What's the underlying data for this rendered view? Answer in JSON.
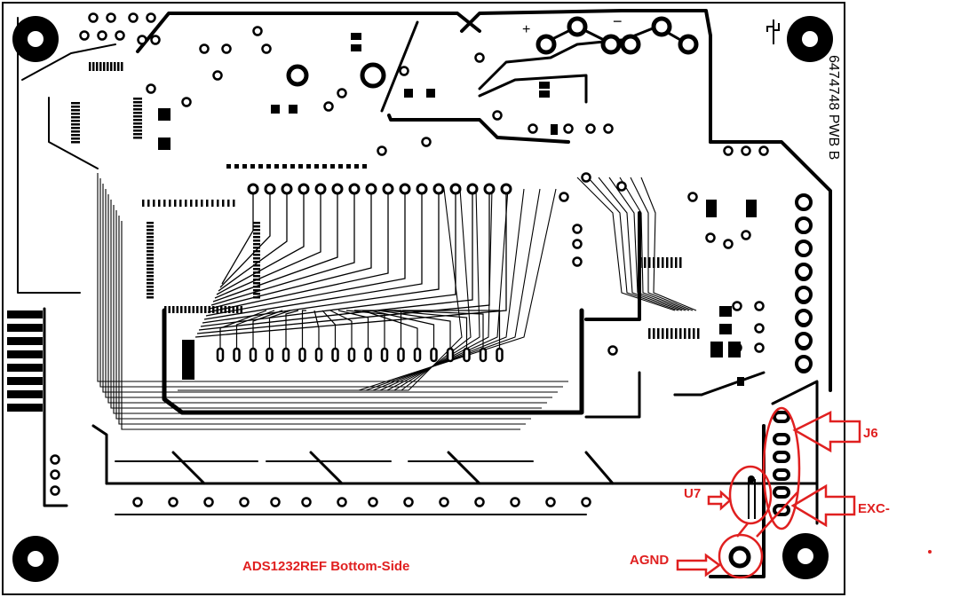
{
  "board": {
    "part_number": "6474748 PWB B",
    "caption": "ADS1232REF Bottom-Side",
    "connector_plus": "+",
    "connector_minus": "−"
  },
  "annotations": {
    "j6": "J6",
    "exc_minus": "EXC-",
    "u7": "U7",
    "agnd": "AGND"
  },
  "colors": {
    "trace": "#000000",
    "annotation": "#e02020",
    "board_bg": "#ffffff"
  }
}
